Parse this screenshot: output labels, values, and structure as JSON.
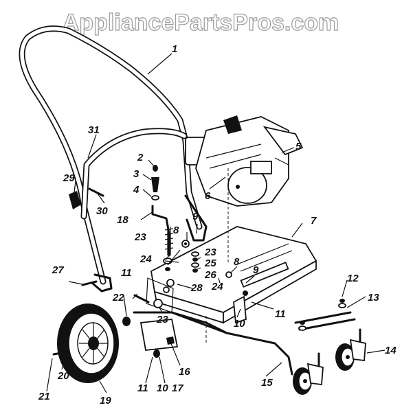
{
  "watermark": "AppliancePartsPros.com",
  "callouts": [
    {
      "id": "c1",
      "label": "1"
    },
    {
      "id": "c2",
      "label": "2"
    },
    {
      "id": "c3",
      "label": "3"
    },
    {
      "id": "c4",
      "label": "4"
    },
    {
      "id": "c5",
      "label": "5"
    },
    {
      "id": "c6",
      "label": "6"
    },
    {
      "id": "c7",
      "label": "7"
    },
    {
      "id": "c8a",
      "label": "8"
    },
    {
      "id": "c8b",
      "label": "8"
    },
    {
      "id": "c9a",
      "label": "9"
    },
    {
      "id": "c9b",
      "label": "9"
    },
    {
      "id": "c10a",
      "label": "10"
    },
    {
      "id": "c10b",
      "label": "10"
    },
    {
      "id": "c11a",
      "label": "11"
    },
    {
      "id": "c11b",
      "label": "11"
    },
    {
      "id": "c11c",
      "label": "11"
    },
    {
      "id": "c12",
      "label": "12"
    },
    {
      "id": "c13",
      "label": "13"
    },
    {
      "id": "c14",
      "label": "14"
    },
    {
      "id": "c15",
      "label": "15"
    },
    {
      "id": "c16",
      "label": "16"
    },
    {
      "id": "c17",
      "label": "17"
    },
    {
      "id": "c18",
      "label": "18"
    },
    {
      "id": "c19",
      "label": "19"
    },
    {
      "id": "c20",
      "label": "20"
    },
    {
      "id": "c21",
      "label": "21"
    },
    {
      "id": "c22",
      "label": "22"
    },
    {
      "id": "c23a",
      "label": "23"
    },
    {
      "id": "c23b",
      "label": "23"
    },
    {
      "id": "c23c",
      "label": "23"
    },
    {
      "id": "c24a",
      "label": "24"
    },
    {
      "id": "c24b",
      "label": "24"
    },
    {
      "id": "c25",
      "label": "25"
    },
    {
      "id": "c26",
      "label": "26"
    },
    {
      "id": "c27",
      "label": "27"
    },
    {
      "id": "c28",
      "label": "28"
    },
    {
      "id": "c29",
      "label": "29"
    },
    {
      "id": "c30",
      "label": "30"
    },
    {
      "id": "c31",
      "label": "31"
    }
  ]
}
